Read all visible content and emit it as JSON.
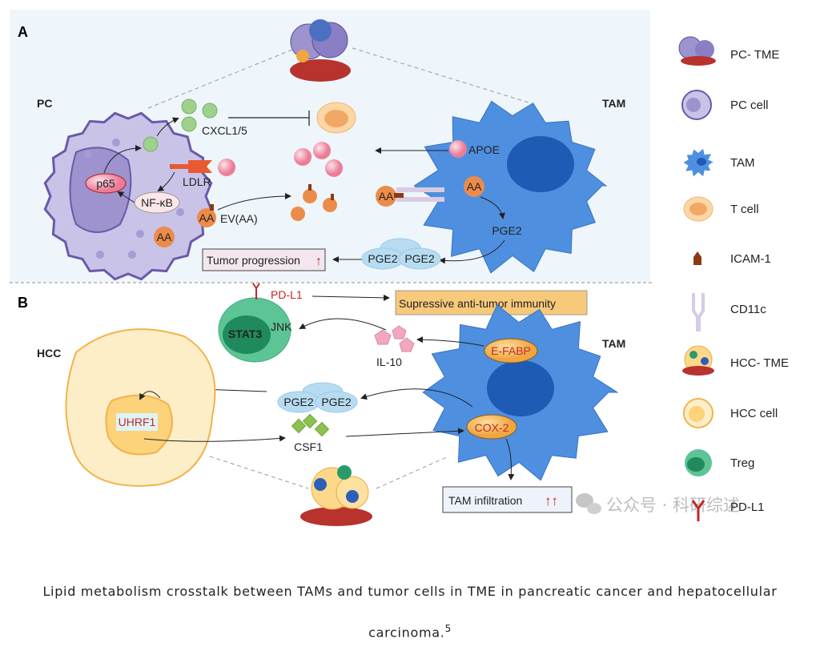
{
  "panel_a": {
    "label": "A",
    "pc_label": "PC",
    "tam_label": "TAM",
    "cxcl": "CXCL1/5",
    "p65": "p65",
    "nfkb": "NF-κB",
    "ldlr": "LDLR",
    "aa": "AA",
    "ev_aa": "EV(AA)",
    "apoe": "APOE",
    "pge2": "PGE2",
    "pge2_pair": [
      "PGE2",
      "PGE2"
    ],
    "tumor_progression": "Tumor progression",
    "up_arrow": "↑"
  },
  "panel_b": {
    "label": "B",
    "hcc_label": "HCC",
    "tam_label": "TAM",
    "pdl1": "PD-L1",
    "suppressive": "Supressive anti-tumor immunity",
    "stat3": "STAT3",
    "jnk": "JNK",
    "il10": "IL-10",
    "efabp": "E-FABP",
    "pge2_pair": [
      "PGE2",
      "PGE2"
    ],
    "csf1": "CSF1",
    "cox2": "COX-2",
    "uhrf1": "UHRF1",
    "tam_infiltration": "TAM infiltration",
    "up_arrows": "↑↑"
  },
  "legend": [
    {
      "label": "PC- TME",
      "icon": "pc-tme-icon"
    },
    {
      "label": "PC cell",
      "icon": "pc-cell-icon"
    },
    {
      "label": "TAM",
      "icon": "tam-icon"
    },
    {
      "label": "T cell",
      "icon": "t-cell-icon"
    },
    {
      "label": "ICAM-1",
      "icon": "icam1-icon"
    },
    {
      "label": "CD11c",
      "icon": "cd11c-icon"
    },
    {
      "label": "HCC- TME",
      "icon": "hcc-tme-icon"
    },
    {
      "label": "HCC cell",
      "icon": "hcc-cell-icon"
    },
    {
      "label": "Treg",
      "icon": "treg-icon"
    },
    {
      "label": "PD-L1",
      "icon": "pdl1-icon"
    }
  ],
  "watermark": "公众号 · 科研综述",
  "caption": {
    "text": "Lipid metabolism crosstalk between TAMs and tumor cells in TME in pancreatic cancer and hepatocellular carcinoma.",
    "ref": "5"
  },
  "colors": {
    "panel_a_bg": "#eef6fb",
    "tam_blue": "#4f8fe0",
    "pc_purple": "#c9c3e8",
    "hcc_yellow": "#fdeec8",
    "treg_green": "#3fae7c",
    "red_text": "#c0282d",
    "box_orange": "#f7c97a"
  }
}
